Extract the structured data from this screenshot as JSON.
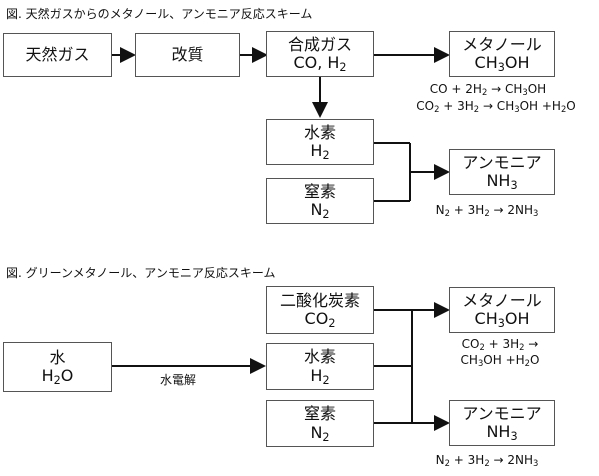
{
  "diagram1": {
    "title": "図. 天然ガスからのメタノール、アンモニア反応スキーム",
    "boxes": {
      "natural_gas": "天然ガス",
      "reforming": "改質",
      "syngas": {
        "label": "合成ガス",
        "formula_a": "CO, H",
        "sub": "2"
      },
      "methanol": {
        "label": "メタノール",
        "f1": "CH",
        "s1": "3",
        "f2": "OH"
      },
      "hydrogen": {
        "label": "水素",
        "f1": "H",
        "s1": "2"
      },
      "nitrogen": {
        "label": "窒素",
        "f1": "N",
        "s1": "2"
      },
      "ammonia": {
        "label": "アンモニア",
        "f1": "NH",
        "s1": "3"
      }
    },
    "eq_methanol_1": {
      "a": "CO + 2H",
      "s1": "2",
      "b": " → CH",
      "s2": "3",
      "c": "OH"
    },
    "eq_methanol_2": {
      "a": "CO",
      "s1": "2",
      "b": " + 3H",
      "s2": "2",
      "c": " → CH",
      "s3": "3",
      "d": "OH +H",
      "s4": "2",
      "e": "O"
    },
    "eq_ammonia": {
      "a": "N",
      "s1": "2",
      "b": " + 3H",
      "s2": "2",
      "c": " → 2NH",
      "s3": "3"
    }
  },
  "diagram2": {
    "title": "図. グリーンメタノール、アンモニア反応スキーム",
    "boxes": {
      "water": {
        "label": "水",
        "f1": "H",
        "s1": "2",
        "f2": "O"
      },
      "co2": {
        "label": "二酸化炭素",
        "f1": "CO",
        "s1": "2"
      },
      "hydrogen": {
        "label": "水素",
        "f1": "H",
        "s1": "2"
      },
      "nitrogen": {
        "label": "窒素",
        "f1": "N",
        "s1": "2"
      },
      "methanol": {
        "label": "メタノール",
        "f1": "CH",
        "s1": "3",
        "f2": "OH"
      },
      "ammonia": {
        "label": "アンモニア",
        "f1": "NH",
        "s1": "3"
      }
    },
    "electrolysis_label": "水電解",
    "eq_methanol_line1": {
      "a": "CO",
      "s1": "2",
      "b": " + 3H",
      "s2": "2",
      "c": " →"
    },
    "eq_methanol_line2": {
      "a": "CH",
      "s1": "3",
      "b": "OH +H",
      "s2": "2",
      "c": "O"
    },
    "eq_ammonia": {
      "a": "N",
      "s1": "2",
      "b": " + 3H",
      "s2": "2",
      "c": " → 2NH",
      "s3": "3"
    }
  },
  "colors": {
    "line": "#111111",
    "box_border": "#555555"
  }
}
